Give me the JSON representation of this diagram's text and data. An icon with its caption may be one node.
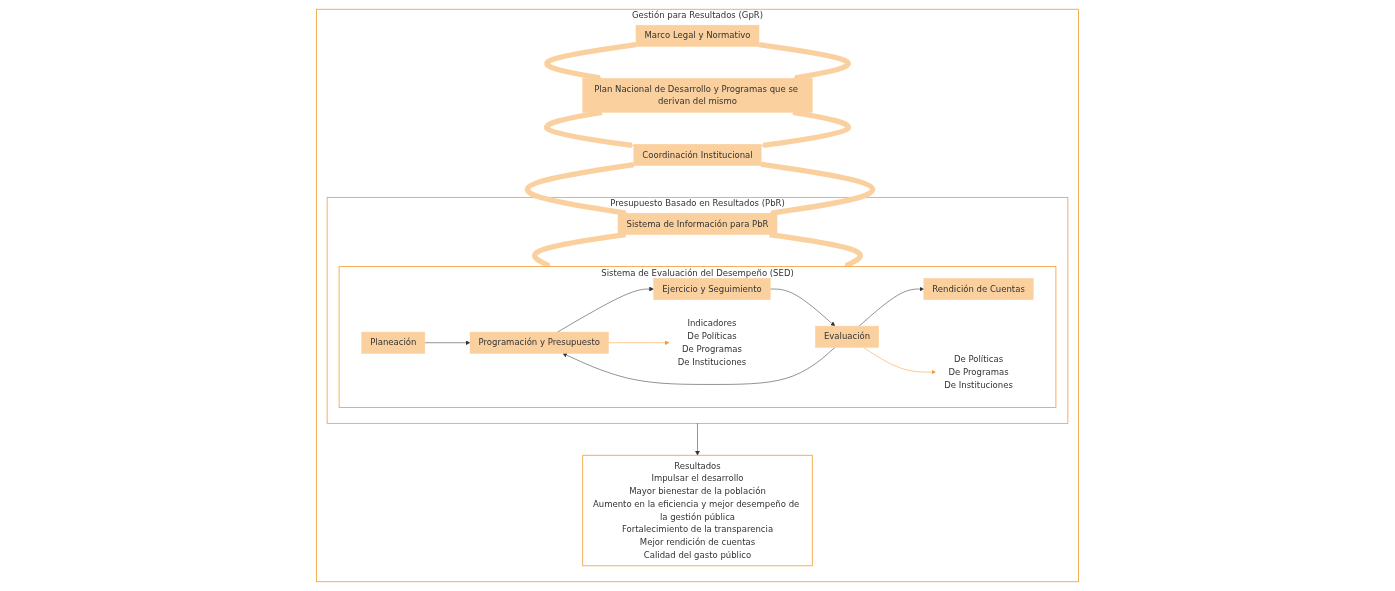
{
  "diagram": {
    "nodes": [
      {
        "text": [
          "Gestión para Resultados (GpR)"
        ]
      },
      {
        "text": [
          "Presupuesto Basado en Resultados (PbR)"
        ],
        "in": 0
      },
      {
        "text": [
          "Sistema de Evaluación del Desempeño (SED)"
        ],
        "in": 1
      },
      {
        "text": [
          "Planeación"
        ],
        "in": 2
      },
      {
        "text": [
          "Programación y Presupuesto"
        ],
        "in": 2
      },
      {
        "text": [
          "Ejercicio y Seguimiento"
        ],
        "in": 2
      },
      {
        "text": [
          "Evaluación"
        ],
        "in": 2
      },
      {
        "text": [
          "Rendición de Cuentas"
        ],
        "in": 2
      },
      {
        "text": [
          "Indicadores",
          "De Políticas",
          "De Programas",
          "De Instituciones"
        ],
        "in": 2
      },
      {
        "text": [
          "De Políticas",
          "De Programas",
          "De Instituciones"
        ],
        "in": 2
      },
      {
        "text": [
          "Sistema de Información para PbR"
        ],
        "in": 1
      },
      {
        "text": [
          "Coordinación Institucional"
        ],
        "in": 0
      },
      {
        "text": [
          "Plan Nacional de Desarrollo y Programas que se derivan del mismo"
        ],
        "in": 0
      },
      {
        "text": [
          "Marco Legal y Normativo"
        ],
        "in": 0
      },
      {
        "text": [
          "Resultados",
          "Impulsar el desarrollo",
          "Mayor bienestar de la población",
          "Aumento en la eficiencia y mejor desempeño de la gestión pública",
          "Fortalecimiento de la transparencia",
          "Mejor rendición de cuentas",
          "Calidad del gasto público"
        ],
        "in": 0
      }
    ],
    "edges": [
      {
        "from": 3,
        "to": 4,
        "arrow": "to",
        "color": "#333333"
      },
      {
        "from": 4,
        "to": 5,
        "arrow": "to",
        "color": "#333333"
      },
      {
        "from": 5,
        "to": 6,
        "arrow": "to",
        "color": "#333333"
      },
      {
        "from": 6,
        "to": 7,
        "arrow": "to",
        "color": "#333333"
      },
      {
        "from": 6,
        "to": 4,
        "arrow": "to",
        "color": "#333333"
      },
      {
        "from": 4,
        "to": 8,
        "arrow": "to",
        "color": "#f39c32"
      },
      {
        "from": 6,
        "to": 9,
        "arrow": "to",
        "color": "#f39c32"
      },
      {
        "from": 13,
        "to": 12,
        "arrow": "to",
        "style": "thick",
        "color": "#fbd09f"
      },
      {
        "from": 13,
        "to": 12,
        "arrow": "to",
        "style": "thick",
        "color": "#fbd09f"
      },
      {
        "from": 12,
        "to": 11,
        "arrow": "to",
        "style": "thick",
        "color": "#fbd09f"
      },
      {
        "from": 12,
        "to": 11,
        "arrow": "to",
        "style": "thick",
        "color": "#fbd09f"
      },
      {
        "from": 11,
        "to": 10,
        "arrow": "to",
        "style": "thick",
        "color": "#fbd09f"
      },
      {
        "from": 11,
        "to": 10,
        "arrow": "to",
        "style": "thick",
        "color": "#fbd09f"
      },
      {
        "from": 10,
        "to": 2,
        "arrow": "to",
        "style": "thick",
        "color": "#fbd09f"
      },
      {
        "from": 10,
        "to": 2,
        "arrow": "to",
        "style": "thick",
        "color": "#fbd09f"
      },
      {
        "from": 1,
        "to": 14,
        "arrow": "to",
        "color": "#333333"
      }
    ]
  }
}
